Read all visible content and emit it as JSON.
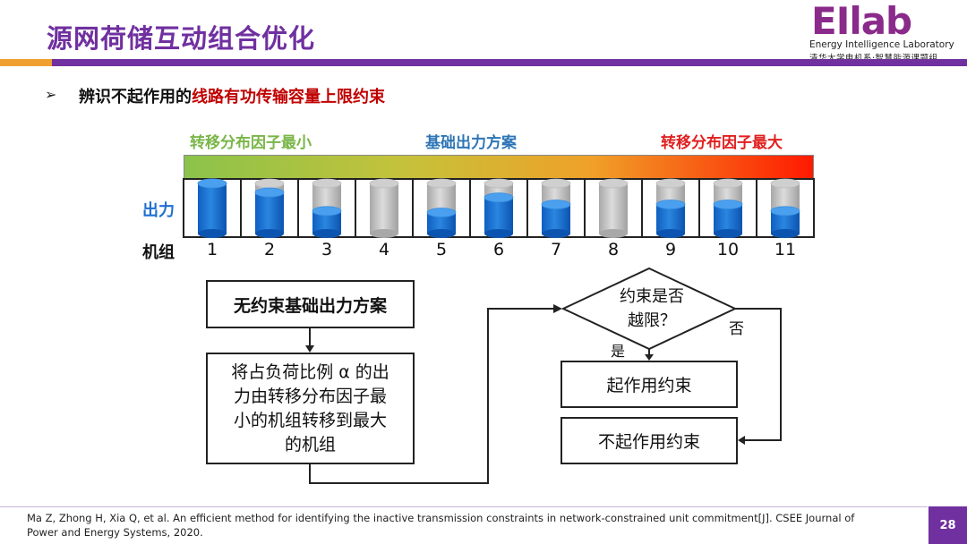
{
  "slide": {
    "title": "源网荷储互动组合优化",
    "page_number": "28",
    "accent_colors": {
      "purple": "#7030a0",
      "orange": "#f0a030",
      "red": "#c00000",
      "blue": "#1f6fd0"
    }
  },
  "logo": {
    "mark": "EΙlab",
    "en": "Energy Intelligence Laboratory",
    "cn": "清华大学电机系·智慧能源课题组"
  },
  "bullet": {
    "marker": "➢",
    "prefix": "辨识不起作用的",
    "highlight": "线路有功传输容量上限约束"
  },
  "scale": {
    "label_min": "转移分布因子最小",
    "label_base": "基础出力方案",
    "label_max": "转移分布因子最大"
  },
  "units": {
    "output_label": "出力",
    "unit_label": "机组",
    "numbers": [
      "1",
      "2",
      "3",
      "4",
      "5",
      "6",
      "7",
      "8",
      "9",
      "10",
      "11"
    ],
    "fill_levels": [
      1.0,
      0.82,
      0.45,
      0.0,
      0.42,
      0.72,
      0.58,
      0.0,
      0.58,
      0.58,
      0.45
    ]
  },
  "flow": {
    "start": "无约束基础出力方案",
    "transfer_lines": [
      "将占负荷比例 α 的出",
      "力由转移分布因子最",
      "小的机组转移到最大",
      "的机组"
    ],
    "decision_lines": [
      "约束是否",
      "越限？"
    ],
    "yes": "是",
    "no": "否",
    "binding": "起作用约束",
    "nonbinding": "不起作用约束"
  },
  "reference": "Ma Z, Zhong H, Xia Q, et al. An efficient method for identifying the inactive transmission constraints in network-constrained unit commitment[J]. CSEE Journal of Power and Energy Systems, 2020."
}
